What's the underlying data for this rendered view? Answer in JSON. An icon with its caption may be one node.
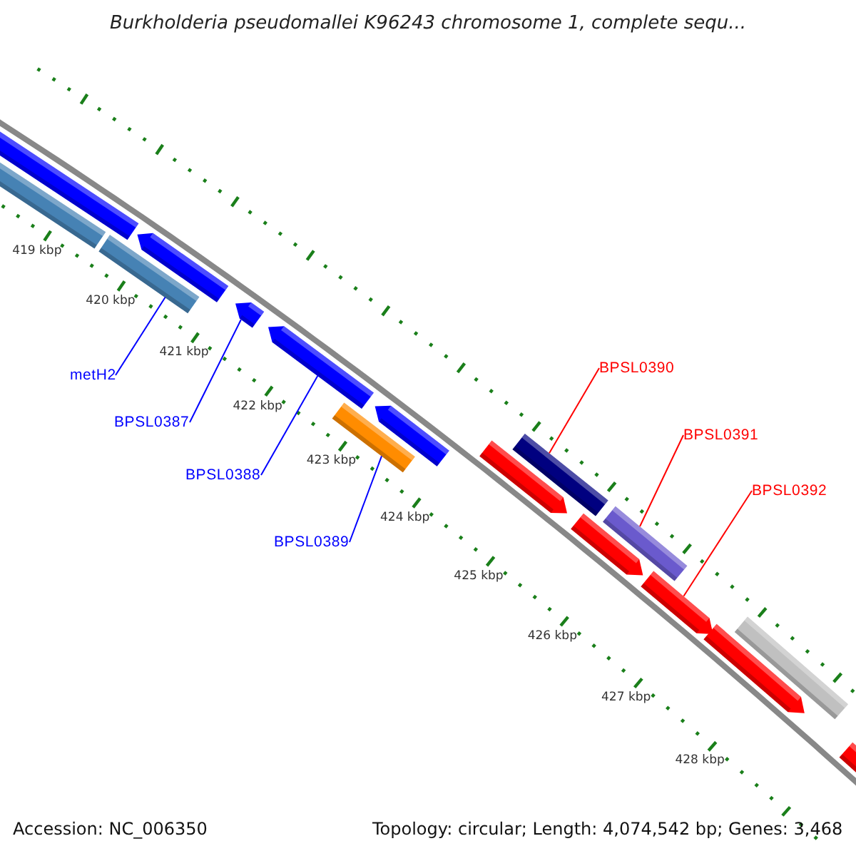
{
  "diagram": {
    "title": "Burkholderia pseudomallei K96243 chromosome 1, complete sequ...",
    "nodes": [
      {
        "text": [
          "metH2"
        ]
      },
      {
        "text": [
          "BPSL0387"
        ]
      },
      {
        "text": [
          "BPSL0388"
        ]
      },
      {
        "text": [
          "BPSL0389"
        ]
      },
      {
        "text": [
          "BPSL0390"
        ]
      },
      {
        "text": [
          "BPSL0391"
        ]
      },
      {
        "text": [
          "BPSL0392"
        ]
      },
      {
        "text": [],
        "shape": "arrow"
      },
      {
        "text": [],
        "shape": "bar"
      },
      {
        "text": [],
        "shape": "bar"
      },
      {
        "text": [],
        "shape": "arrow"
      },
      {
        "text": [],
        "shape": "arrow"
      },
      {
        "text": [],
        "shape": "arrow"
      },
      {
        "text": [],
        "shape": "bar"
      },
      {
        "text": [],
        "shape": "arrow"
      },
      {
        "text": [],
        "shape": "arrow"
      },
      {
        "text": [],
        "shape": "bar"
      },
      {
        "text": [],
        "shape": "arrow"
      },
      {
        "text": [],
        "shape": "bar"
      },
      {
        "text": [],
        "shape": "arrow"
      },
      {
        "text": [],
        "shape": "arrow"
      },
      {
        "text": [],
        "shape": "bar"
      },
      {
        "text": [],
        "shape": "arrow"
      }
    ],
    "edges": [
      {
        "from": 0,
        "to": 9,
        "arrow": "none"
      },
      {
        "from": 1,
        "to": 11,
        "arrow": "none"
      },
      {
        "from": 2,
        "to": 12,
        "arrow": "none"
      },
      {
        "from": 3,
        "to": 13,
        "arrow": "none"
      },
      {
        "from": 4,
        "to": 16,
        "arrow": "none",
        "color": "#ff0000"
      },
      {
        "from": 5,
        "to": 18,
        "arrow": "none",
        "color": "#ff0000"
      },
      {
        "from": 6,
        "to": 19,
        "arrow": "none",
        "color": "#ff0000"
      }
    ],
    "labels": [
      "419 kbp",
      "420 kbp",
      "421 kbp",
      "422 kbp",
      "423 kbp",
      "424 kbp",
      "425 kbp",
      "426 kbp",
      "427 kbp",
      "428 kbp",
      "Accession: NC_006350",
      "Topology: circular; Length: 4,074,542 bp; Genes: 3,468"
    ]
  }
}
